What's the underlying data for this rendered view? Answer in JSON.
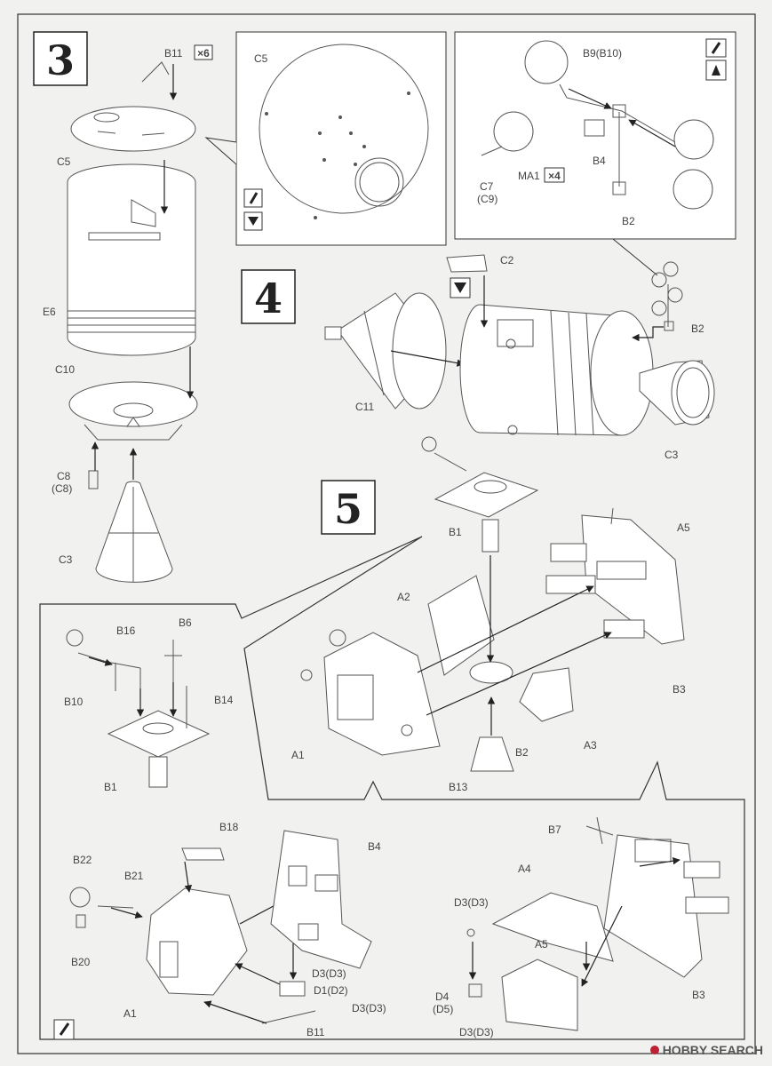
{
  "steps": {
    "s3": "3",
    "s4": "4",
    "s5": "5"
  },
  "labels": {
    "b11_top": "B11",
    "qty6": "×6",
    "c5_left": "C5",
    "c5_detail": "C5",
    "e6": "E6",
    "c10": "C10",
    "c8": "C8",
    "c8_alt": "(C8)",
    "c3_left": "C3",
    "b9": "B9(B10)",
    "b4_top": "B4",
    "c7": "C7",
    "c7_alt": "(C9)",
    "ma1": "MA1",
    "qty4": "×4",
    "b2_top": "B2",
    "c2": "C2",
    "b2_right": "B2",
    "c11": "C11",
    "c3_right": "C3",
    "b1_mid": "B1",
    "a5_mid": "A5",
    "a2": "A2",
    "b3_mid": "B3",
    "a1_mid": "A1",
    "b2_mid": "B2",
    "a3": "A3",
    "b13": "B13",
    "b16": "B16",
    "b6": "B6",
    "b10": "B10",
    "b14": "B14",
    "b1_left": "B1",
    "b18": "B18",
    "b4_bottom": "B4",
    "b22": "B22",
    "b21": "B21",
    "b20": "B20",
    "d3_a": "D3(D3)",
    "d1": "D1(D2)",
    "d3_b": "D3(D3)",
    "a1_bottom": "A1",
    "b11_bottom": "B11",
    "b7": "B7",
    "a4": "A4",
    "d3_c": "D3(D3)",
    "a5_bottom": "A5",
    "d4": "D4",
    "d5": "(D5)",
    "d3_d": "D3(D3)",
    "b3_bottom": "B3"
  },
  "watermark": {
    "text": "HOBBY SEARCH"
  }
}
